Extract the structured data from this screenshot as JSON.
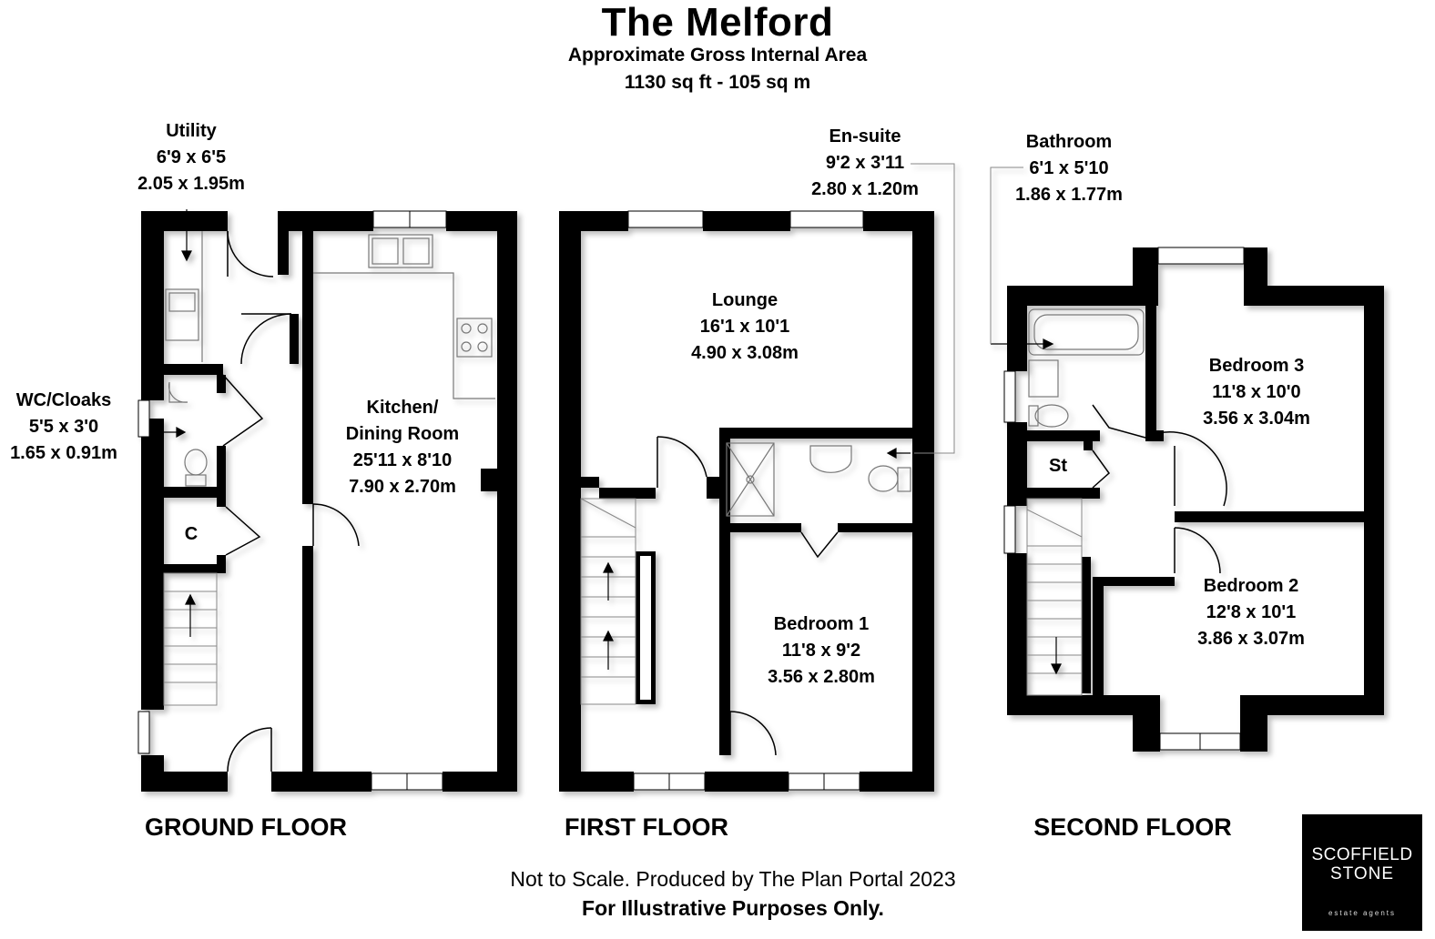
{
  "header": {
    "title": "The Melford",
    "area_line1": "Approximate Gross Internal Area",
    "area_line2": "1130 sq ft - 105 sq m"
  },
  "floors": {
    "ground": {
      "label": "GROUND FLOOR",
      "utility": {
        "name": "Utility",
        "imperial": "6'9 x 6'5",
        "metric": "2.05 x 1.95m"
      },
      "wc": {
        "name": "WC/Cloaks",
        "imperial": "5'5 x 3'0",
        "metric": "1.65 x 0.91m"
      },
      "cupboard": {
        "name": "C"
      },
      "kitchen": {
        "name_line1": "Kitchen/",
        "name_line2": "Dining Room",
        "imperial": "25'11 x 8'10",
        "metric": "7.90 x 2.70m"
      }
    },
    "first": {
      "label": "FIRST FLOOR",
      "ensuite": {
        "name": "En-suite",
        "imperial": "9'2 x 3'11",
        "metric": "2.80 x 1.20m"
      },
      "lounge": {
        "name": "Lounge",
        "imperial": "16'1 x 10'1",
        "metric": "4.90 x 3.08m"
      },
      "bedroom1": {
        "name": "Bedroom 1",
        "imperial": "11'8 x 9'2",
        "metric": "3.56 x 2.80m"
      }
    },
    "second": {
      "label": "SECOND FLOOR",
      "bathroom": {
        "name": "Bathroom",
        "imperial": "6'1 x 5'10",
        "metric": "1.86 x 1.77m"
      },
      "store": {
        "name": "St"
      },
      "bedroom3": {
        "name": "Bedroom 3",
        "imperial": "11'8 x 10'0",
        "metric": "3.56 x 3.04m"
      },
      "bedroom2": {
        "name": "Bedroom 2",
        "imperial": "12'8 x 10'1",
        "metric": "3.86 x 3.07m"
      }
    }
  },
  "footer": {
    "line1": "Not to Scale. Produced by The Plan Portal 2023",
    "line2": "For Illustrative Purposes Only."
  },
  "logo": {
    "line1": "SCOFFIELD",
    "line2": "STONE",
    "line3": "estate agents"
  },
  "colors": {
    "walls": "#000000",
    "background": "#ffffff",
    "fixtures": "#9a9a9a"
  }
}
